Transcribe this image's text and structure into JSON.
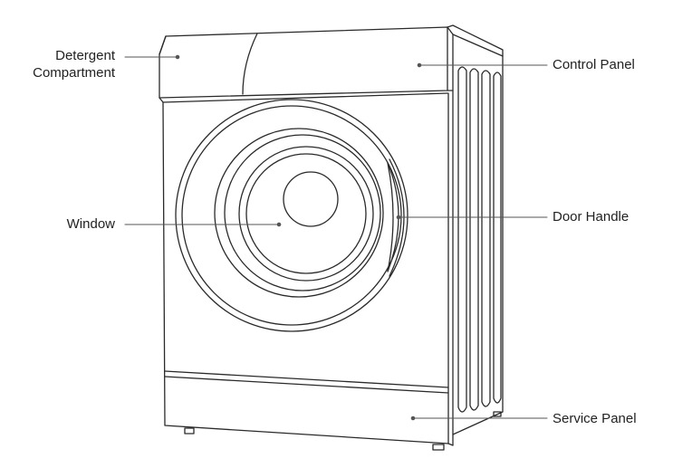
{
  "colors": {
    "line": "#2a2a2a",
    "text": "#222222",
    "leader": "#555555",
    "background": "#ffffff"
  },
  "labels": {
    "detergent_line1": "Detergent",
    "detergent_line2": "Compartment",
    "control_panel": "Control Panel",
    "window": "Window",
    "door_handle": "Door Handle",
    "service_panel": "Service Panel"
  }
}
